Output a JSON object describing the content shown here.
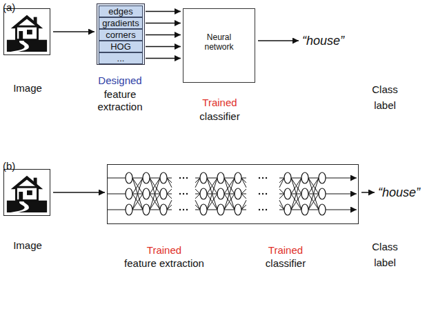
{
  "diagram": {
    "nodes": [
      {
        "text": [
          "Image"
        ]
      },
      {
        "text": [
          "Designed",
          "feature extraction"
        ]
      },
      {
        "text": [
          "edges"
        ],
        "in": 1
      },
      {
        "text": [
          "gradients"
        ],
        "in": 1
      },
      {
        "text": [
          "corners"
        ],
        "in": 1
      },
      {
        "text": [
          "HOG"
        ],
        "in": 1
      },
      {
        "text": [
          "..."
        ],
        "in": 1
      },
      {
        "text": [
          "Neural network",
          "Trained",
          "classifier"
        ]
      },
      {
        "text": [
          "Image"
        ]
      },
      {
        "text": [
          "Trained",
          "feature extraction",
          "Trained",
          "classifier"
        ]
      }
    ],
    "edges": [
      {
        "from": 0,
        "to": 1,
        "arrow": "to"
      },
      {
        "from": 2,
        "to": 7,
        "arrow": "to"
      },
      {
        "from": 3,
        "to": 7,
        "arrow": "to"
      },
      {
        "from": 4,
        "to": 7,
        "arrow": "to"
      },
      {
        "from": 5,
        "to": 7,
        "arrow": "to"
      },
      {
        "from": 6,
        "to": 7,
        "arrow": "to"
      },
      {
        "from": 8,
        "to": 9,
        "arrow": "to"
      }
    ],
    "labels": [
      "(a)",
      "“house”",
      "Class label",
      "(b)",
      "“house”",
      "Class label"
    ]
  }
}
